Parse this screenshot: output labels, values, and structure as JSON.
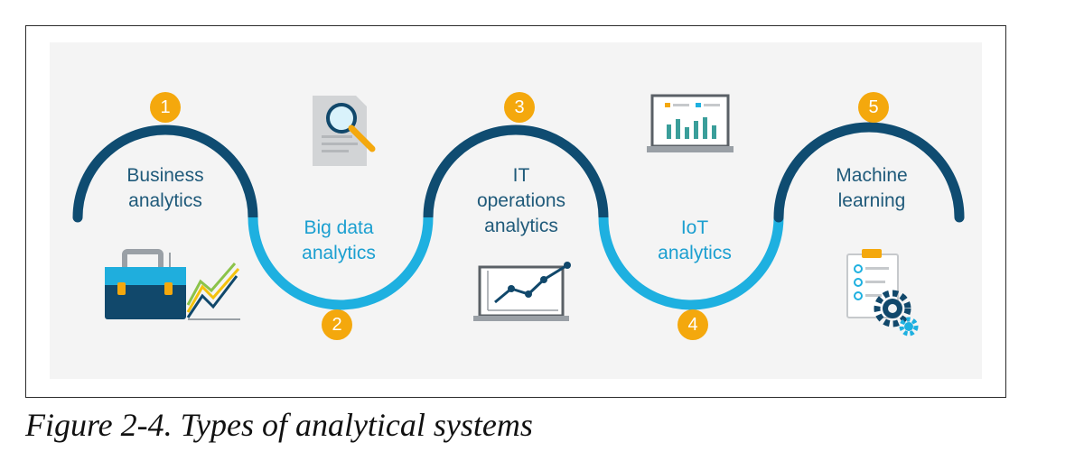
{
  "diagram": {
    "title": "",
    "steps": [
      {
        "number": "1",
        "label_lines": [
          "Business",
          "analytics"
        ],
        "icon": "briefcase-growth-icon"
      },
      {
        "number": "2",
        "label_lines": [
          "Big data",
          "analytics"
        ],
        "icon": "document-search-icon"
      },
      {
        "number": "3",
        "label_lines": [
          "IT",
          "operations",
          "analytics"
        ],
        "icon": "laptop-linechart-icon"
      },
      {
        "number": "4",
        "label_lines": [
          "IoT",
          "analytics"
        ],
        "icon": "laptop-barchart-icon"
      },
      {
        "number": "5",
        "label_lines": [
          "Machine",
          "learning"
        ],
        "icon": "clipboard-gears-icon"
      }
    ],
    "colors": {
      "dark_arc": "#0f4c71",
      "light_arc": "#1eb0e0",
      "badge": "#f4a80d",
      "panel": "#f4f4f4"
    }
  },
  "caption": "Figure 2-4. Types of analytical systems"
}
